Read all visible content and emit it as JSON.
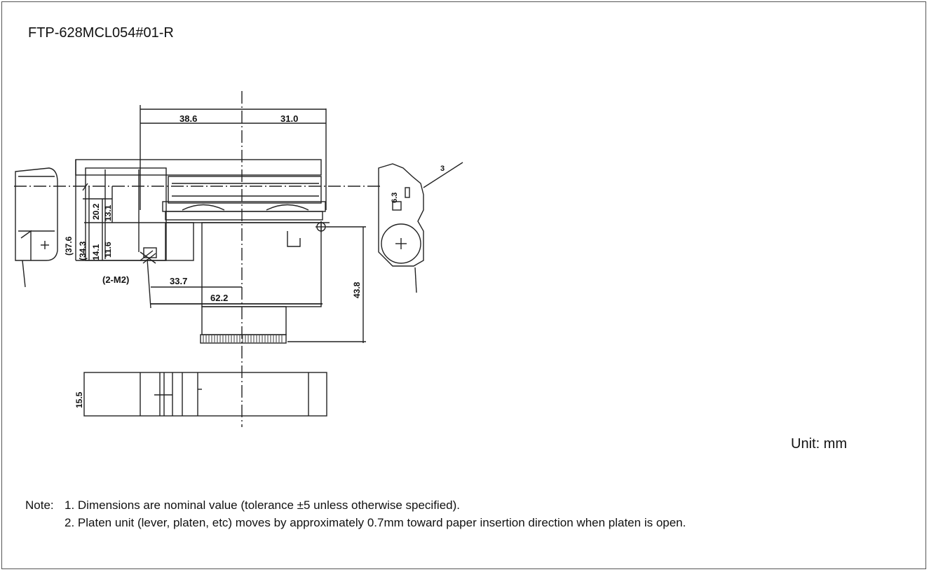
{
  "header": {
    "model": "FTP-628MCL054#01-R"
  },
  "unit_label": "Unit: mm",
  "notes": {
    "label": "Note:",
    "items": [
      "1. Dimensions are nominal value (tolerance ±5 unless otherwise specified).",
      "2. Platen unit (lever, platen, etc) moves by approximately 0.7mm toward paper insertion direction when platen is open."
    ]
  },
  "drawing": {
    "dims": {
      "top_left": "38.6",
      "top_right": "31.0",
      "h_37_6": "(37.6",
      "h_34_3": "(34.3",
      "h_20_2": "20.2",
      "h_14_1": "14.1",
      "h_13_1": "13.1",
      "h_11_6": "11.6",
      "m2": "(2-M2)",
      "w_33_7": "33.7",
      "w_62_2": "62.2",
      "h_43_8": "43.8",
      "side_6_3": "6.3",
      "side_3": "3",
      "h_15_5": "15.5"
    }
  }
}
